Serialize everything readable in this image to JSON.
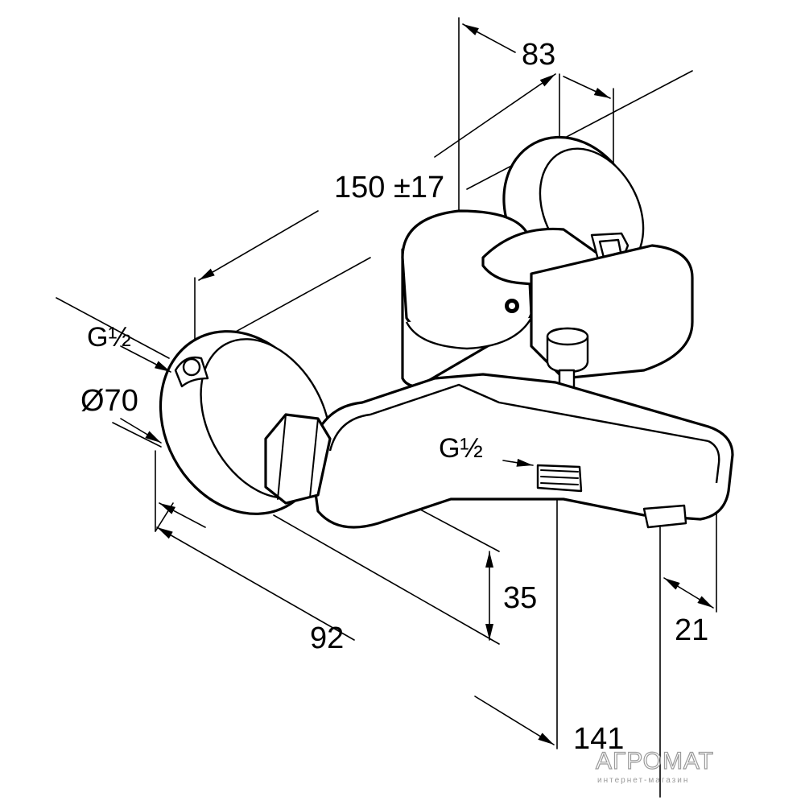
{
  "dimensions": {
    "top_width": "83",
    "length": "150 ±17",
    "inlet_left": "G½",
    "diameter": "Ø70",
    "outlet_thread": "G½",
    "spout_height": "35",
    "depth": "92",
    "projection": "141",
    "spout_offset": "21"
  },
  "watermark": {
    "brand": "АГРОМАТ",
    "tagline": "интернет-магазин"
  },
  "colors": {
    "ink": "#000000",
    "background": "#ffffff",
    "watermark": "#9a9a9a"
  }
}
